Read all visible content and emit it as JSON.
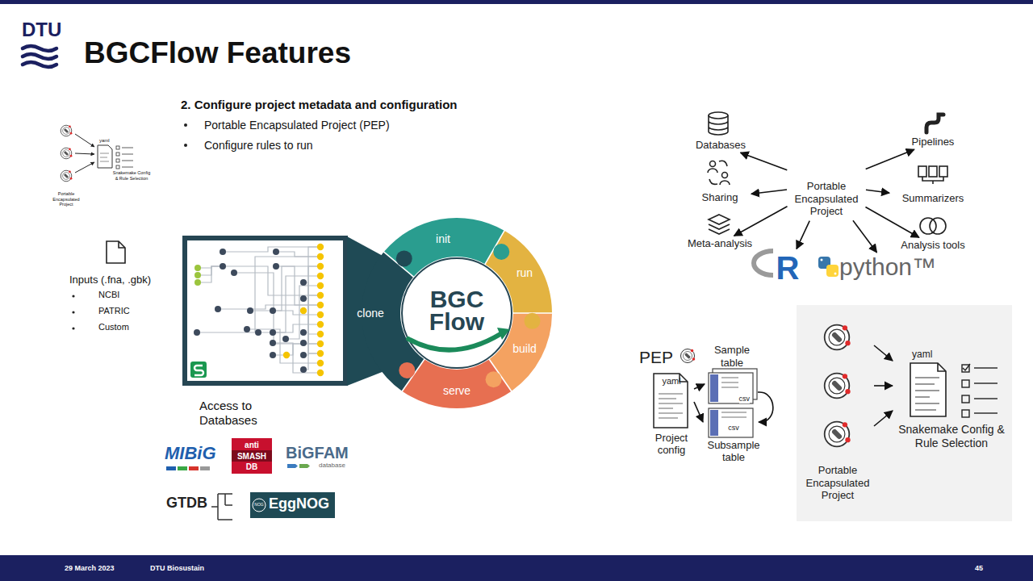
{
  "diagram": {
    "title": "BGCFlow Features",
    "nodes": [
      {
        "text": [
          "clone"
        ]
      },
      {
        "text": [
          "init"
        ]
      },
      {
        "text": [
          "run"
        ]
      },
      {
        "text": [
          "build"
        ]
      },
      {
        "text": [
          "serve"
        ]
      },
      {
        "text": [
          "BGC Flow"
        ]
      },
      {
        "text": [
          "Portable Encapsulated Project"
        ]
      },
      {
        "text": [
          "Databases"
        ]
      },
      {
        "text": [
          "Sharing"
        ]
      },
      {
        "text": [
          "Meta-analysis"
        ]
      },
      {
        "text": [
          "R"
        ]
      },
      {
        "text": [
          "python™"
        ]
      },
      {
        "text": [
          "Pipelines"
        ]
      },
      {
        "text": [
          "Summarizers"
        ]
      },
      {
        "text": [
          "Analysis tools"
        ]
      },
      {
        "text": [
          "yaml",
          "Project config"
        ]
      },
      {
        "text": [
          "Sample table",
          "csv"
        ]
      },
      {
        "text": [
          "csv",
          "Subsample table"
        ]
      },
      {
        "text": [
          "Portable Encapsulated Project"
        ]
      },
      {
        "text": [
          "yaml",
          "Snakemake Config & Rule Selection"
        ]
      }
    ],
    "edges": [
      {
        "from": 6,
        "to": 7,
        "arrow": "to"
      },
      {
        "from": 6,
        "to": 8,
        "arrow": "to"
      },
      {
        "from": 6,
        "to": 9,
        "arrow": "to"
      },
      {
        "from": 6,
        "to": 10,
        "arrow": "to"
      },
      {
        "from": 6,
        "to": 11,
        "arrow": "to"
      },
      {
        "from": 6,
        "to": 12,
        "arrow": "to"
      },
      {
        "from": 6,
        "to": 13,
        "arrow": "to"
      },
      {
        "from": 6,
        "to": 14,
        "arrow": "to"
      },
      {
        "from": 15,
        "to": 16,
        "arrow": "to"
      },
      {
        "from": 15,
        "to": 17,
        "arrow": "to"
      },
      {
        "from": 16,
        "to": 17,
        "arrow": "to"
      },
      {
        "from": 18,
        "to": 19,
        "arrow": "to"
      },
      {
        "from": 18,
        "to": 19,
        "arrow": "to"
      },
      {
        "from": 18,
        "to": 19,
        "arrow": "to"
      }
    ],
    "labels": [
      "2. Configure project metadata and configuration",
      "Portable Encapsulated Project (PEP)",
      "Configure rules to run",
      "yaml",
      "Snakemake Config & Rule Selection",
      "Portable Encapsulated Project",
      "Inputs (.fna, .gbk)",
      "NCBI",
      "PATRIC",
      "Custom",
      "Access to Databases",
      "MIBiG",
      "anti SMASH DB",
      "BiGFAM",
      "database",
      "GTDB",
      "NOG",
      "EggNOG",
      "PEP",
      "DTU",
      "29 March 2023",
      "DTU Biosustain",
      "45"
    ]
  }
}
